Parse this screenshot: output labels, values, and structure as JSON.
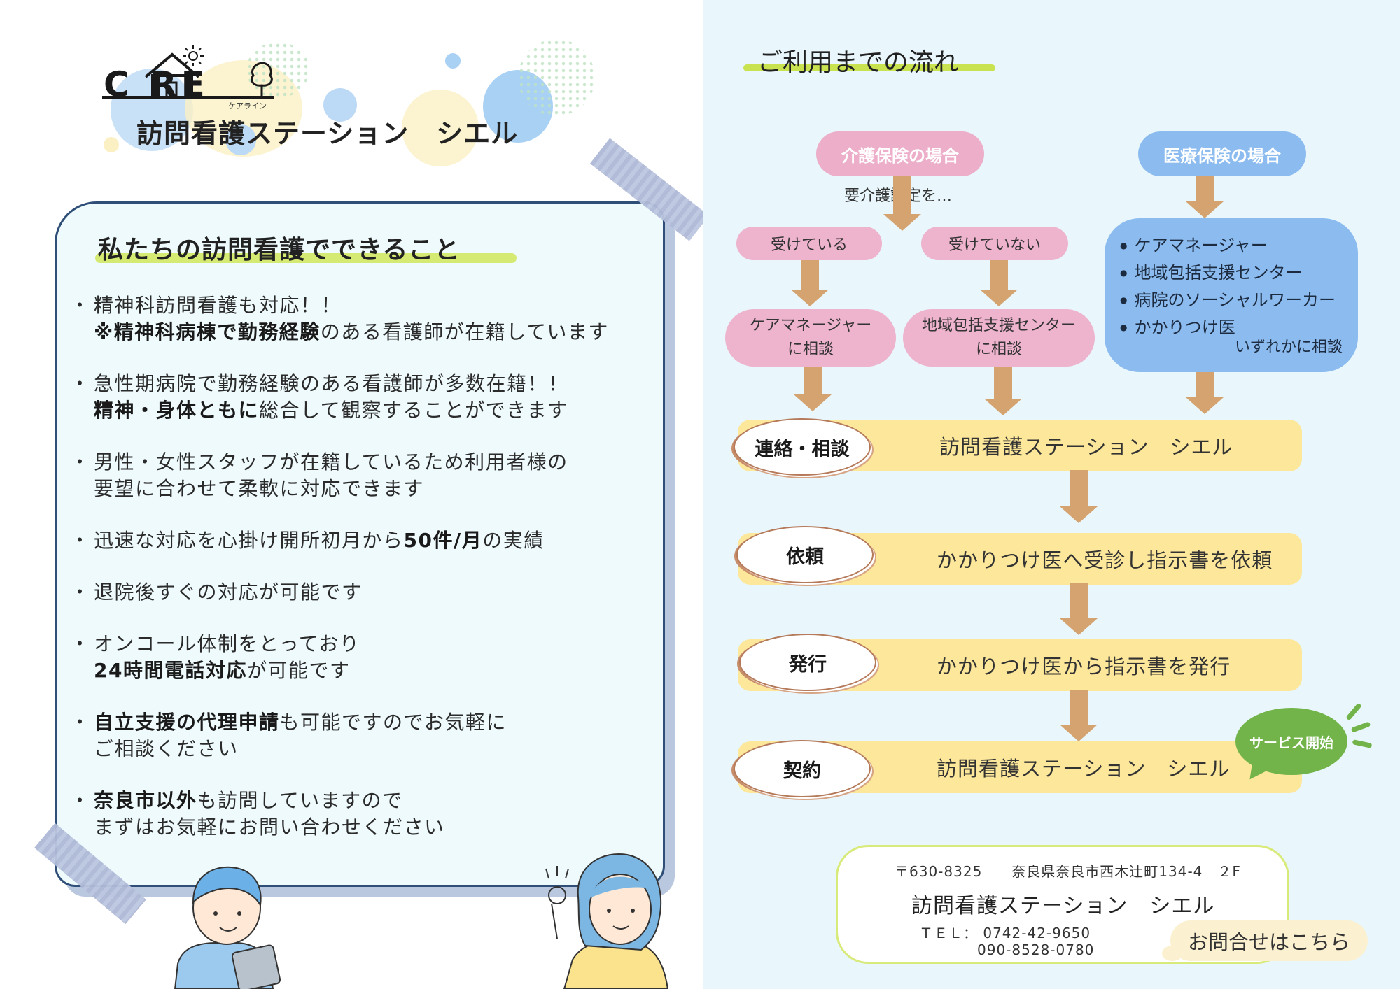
{
  "logo": {
    "wordmark": "C  RE",
    "subtext": "ケアライン",
    "station_name": "訪問看護ステーション　シエル"
  },
  "services": {
    "title": "私たちの訪問看護でできること",
    "items": [
      {
        "l1": [
          [
            "",
            "精神科訪問看護も対応！！"
          ]
        ],
        "l2": [
          [
            "b",
            "※"
          ],
          [
            "b",
            "精神科病棟で勤務経験"
          ],
          [
            "",
            "のある看護師が在籍しています"
          ]
        ]
      },
      {
        "l1": [
          [
            "",
            "急性期病院で勤務経験のある看護師が多数在籍！！"
          ]
        ],
        "l2": [
          [
            "b",
            "精神・身体ともに"
          ],
          [
            "",
            "総合して観察することができます"
          ]
        ]
      },
      {
        "l1": [
          [
            "",
            "男性・女性スタッフが在籍しているため利用者様の"
          ]
        ],
        "l2": [
          [
            "",
            "要望に合わせて柔軟に対応できます"
          ]
        ]
      },
      {
        "l1": [
          [
            "",
            "迅速な対応を心掛け開所初月から"
          ],
          [
            "b",
            "50件/月"
          ],
          [
            "",
            "の実績"
          ]
        ]
      },
      {
        "l1": [
          [
            "",
            "退院後すぐの対応が可能です"
          ]
        ]
      },
      {
        "l1": [
          [
            "",
            "オンコール体制をとっており"
          ]
        ],
        "l2": [
          [
            "b",
            "24時間電話対応"
          ],
          [
            "",
            "が可能です"
          ]
        ]
      },
      {
        "l1": [
          [
            "b",
            "自立支援の代理申請"
          ],
          [
            "",
            "も可能ですのでお気軽に"
          ]
        ],
        "l2": [
          [
            "",
            "ご相談ください"
          ]
        ]
      },
      {
        "l1": [
          [
            "b",
            "奈良市以外"
          ],
          [
            "",
            "も訪問していますので"
          ]
        ],
        "l2": [
          [
            "",
            "まずはお気軽にお問い合わせください"
          ]
        ]
      }
    ]
  },
  "flow": {
    "title": "ご利用までの流れ",
    "care_insurance": "介護保険の場合",
    "medical_insurance": "医療保険の場合",
    "certification_prompt": "要介護認定を…",
    "receiving": "受けている",
    "not_receiving": "受けていない",
    "care_manager_l1": "ケアマネージャー",
    "care_manager_l2": "に相談",
    "support_center_l1": "地域包括支援センター",
    "support_center_l2": "に相談",
    "medical_options": [
      "ケアマネージャー",
      "地域包括支援センター",
      "病院のソーシャルワーカー",
      "かかりつけ医"
    ],
    "medical_note": "いずれかに相談",
    "steps": [
      {
        "label": "連絡・相談",
        "text": "訪問看護ステーション　シエル"
      },
      {
        "label": "依頼",
        "text": "かかりつけ医へ受診し指示書を依頼"
      },
      {
        "label": "発行",
        "text": "かかりつけ医から指示書を発行"
      },
      {
        "label": "契約",
        "text": "訪問看護ステーション　シエル"
      }
    ],
    "service_start": "サービス開始"
  },
  "contact": {
    "address": "〒630-8325　　奈良県奈良市西木辻町134-4　２F",
    "name": "訪問看護ステーション　シエル",
    "tel_label": "ＴＥＬ：",
    "tel1": "0742-42-9650",
    "tel2": "090-8528-0780",
    "inquiry": "お問合せはこちら"
  },
  "colors": {
    "left_background": "#ffffff",
    "right_background": "#e9f7fc",
    "card_border": "#2f4f78",
    "pink": "#ecaec9",
    "blue": "#8cbcef",
    "arrow": "#d4a36f",
    "band": "#fce79a",
    "green": "#72b44a",
    "highlight": "#cfe65a"
  }
}
